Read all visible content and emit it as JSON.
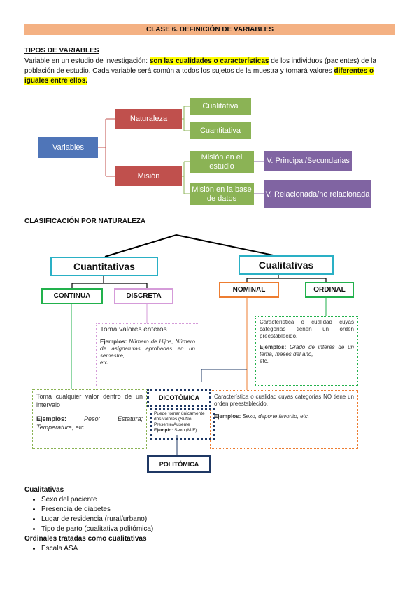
{
  "header": {
    "title": "CLASE 6. DEFINICIÓN DE VARIABLES"
  },
  "tipos": {
    "heading": "TIPOS DE VARIABLES",
    "text_1": "Variable en un estudio de investigación: ",
    "highlight_1": "son las cualidades o características",
    "text_2": " de los individuos (pacientes) de la población de estudio. Cada variable será común a todos los sujetos de la muestra y tomará valores ",
    "highlight_2": "diferentes o iguales entre ellos."
  },
  "tree": {
    "root": "Variables",
    "naturaleza": "Naturaleza",
    "cualitativa": "Cualitativa",
    "cuantitativa": "Cuantitativa",
    "mision": "Misión",
    "mision_estudio": "Misión en el estudio",
    "mision_base": "Misión en la base de datos",
    "v_principal": "V. Principal/Secundarias",
    "v_relacionada": "V. Relacionada/no relacionada"
  },
  "clasificacion": {
    "heading": "CLASIFICACIÓN POR NATURALEZA",
    "cuantitativas": "Cuantitativas",
    "cualitativas": "Cualitativas",
    "continua": "CONTINUA",
    "discreta": "DISCRETA",
    "nominal": "NOMINAL",
    "ordinal": "ORDINAL",
    "dicotomica": "DICOTÓMICA",
    "politomica": "POLITÓMICA",
    "discreta_desc": "Toma valores enteros",
    "discreta_ej_label": "Ejemplos:",
    "discreta_ej": " Número de Hijos, Número de asignaturas aprobadas en un semestre,",
    "discreta_etc": "etc.",
    "continua_desc": "Toma cualquier valor dentro de un intervalo",
    "continua_ej_label": "Ejemplos:",
    "continua_ej": " Peso; Estatura; Temperatura, etc.",
    "ordinal_desc": "Característica o cualidad cuyas categorías tienen un orden preestablecido.",
    "ordinal_ej_label": "Ejemplos:",
    "ordinal_ej": " Grado de interés de un tema, meses del año,",
    "ordinal_etc": "etc.",
    "nominal_desc": "Característica o cualidad cuyas categorías NO tiene un orden preestablecido.",
    "nominal_ej_label": "Ejemplos:",
    "nominal_ej": " Sexo, deporte favorito, etc.",
    "dicot_desc": "Puede tomar únicamente dos valores (Sí/No, Presente/Ausente",
    "dicot_ej_label": "Ejemplo:",
    "dicot_ej": " Sexo (M/F)"
  },
  "lists": {
    "cualitativas_title": "Cualitativas",
    "cualitativas_items": [
      "Sexo del paciente",
      "Presencia de diabetes",
      "Lugar de residencia (rural/urbano)",
      "Tipo de parto (cualitativa politómica)"
    ],
    "ordinales_title": "Ordinales tratadas como cualitativas",
    "ordinales_items": [
      "Escala ASA"
    ]
  },
  "colors": {
    "banner": "#f4b183",
    "blue": "#4f75b8",
    "red": "#c0504d",
    "green": "#8bb355",
    "purple": "#8064a2",
    "teal": "#2ab0c5",
    "bright_green": "#22b14c",
    "pink": "#d59bd9",
    "orange": "#ed7d31",
    "navy": "#1f3864"
  }
}
